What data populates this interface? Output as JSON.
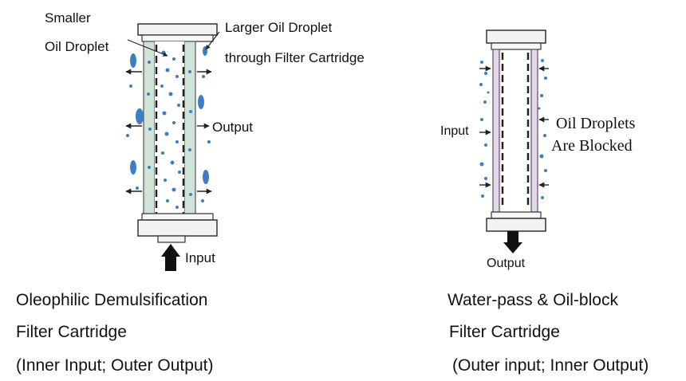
{
  "left_filter": {
    "label_smaller": "Smaller",
    "label_oil_droplet": "Oil Droplet",
    "label_larger_line1": "Larger Oil Droplet",
    "label_larger_line2": "through Filter Cartridge",
    "label_output": "Output",
    "label_input": "Input",
    "caption_line1": "Oleophilic Demulsification",
    "caption_line2": "Filter Cartridge",
    "caption_line3": "(Inner Input; Outer Output)"
  },
  "right_filter": {
    "label_input": "Input",
    "label_blocked_line1": "Oil Droplets",
    "label_blocked_line2": "Are Blocked",
    "label_output": "Output",
    "caption_line1": "Water-pass & Oil-block",
    "caption_line2": "Filter Cartridge",
    "caption_line3": "(Outer input; Inner Output)"
  },
  "colors": {
    "droplet": "#3d7fc1",
    "left_wall": "#cfe3d8",
    "right_wall": "#e6d6ec",
    "outline": "#333333"
  }
}
